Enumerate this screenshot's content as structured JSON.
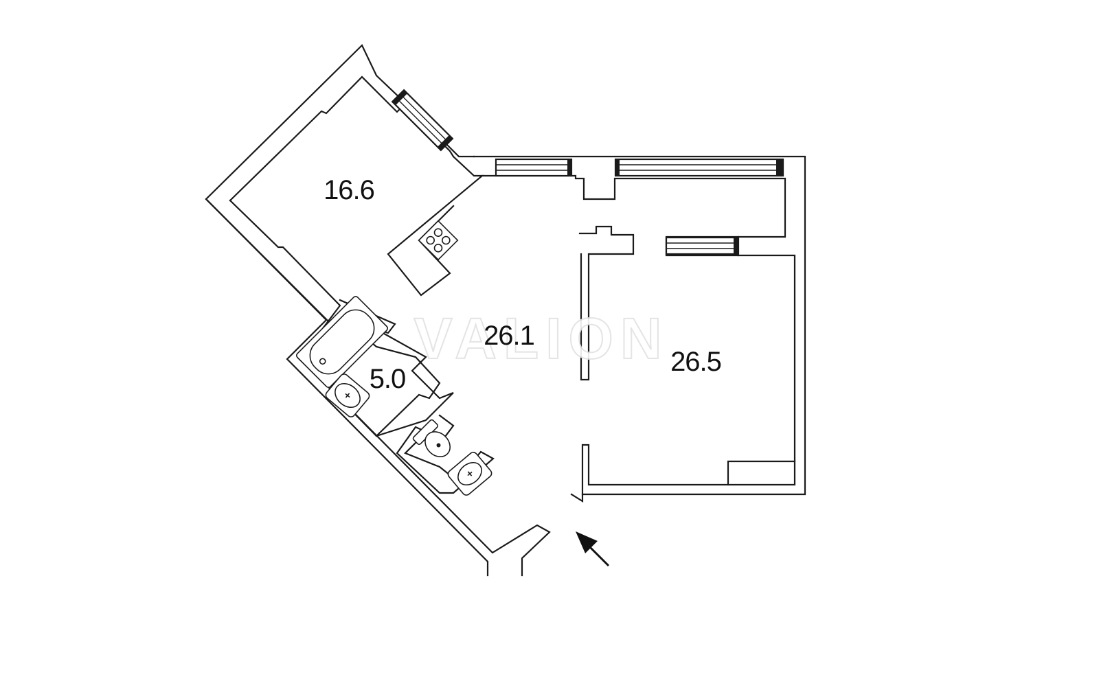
{
  "rooms": [
    {
      "id": "kitchen",
      "area": "16.6"
    },
    {
      "id": "living-hall",
      "area": "26.1"
    },
    {
      "id": "bedroom",
      "area": "26.5"
    },
    {
      "id": "bathroom",
      "area": "5.0"
    }
  ],
  "watermark": "VALION",
  "entrance_marker": "arrow-up-left-icon",
  "colors": {
    "wall": "#1a1a1a",
    "background": "#ffffff"
  }
}
